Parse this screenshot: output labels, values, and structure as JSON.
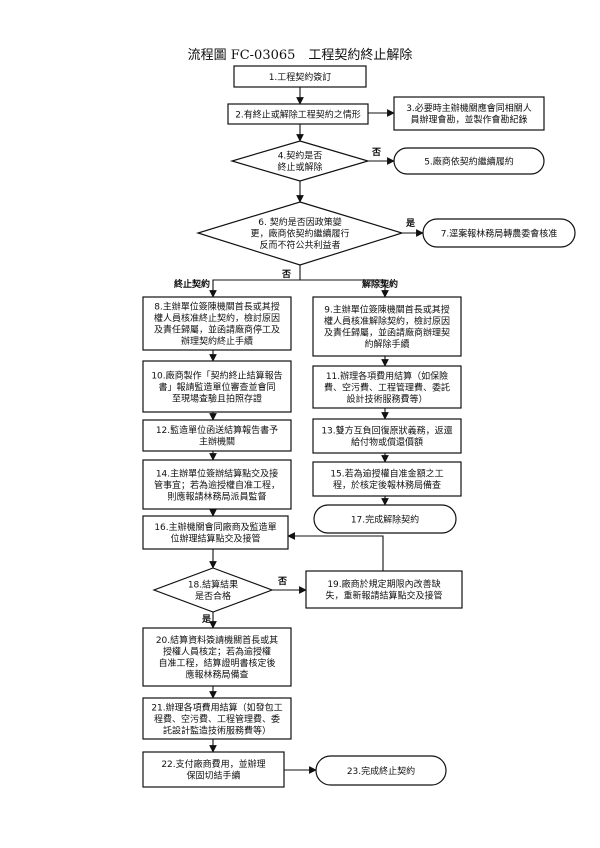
{
  "title": "流程圖 FC-03065　工程契約終止解除",
  "nodes": {
    "n1": [
      "1.工程契約簽訂"
    ],
    "n2": [
      "2.有終止或解除工程契約之情形"
    ],
    "n3": [
      "3.必要時主辦機關應會同相關人",
      "員辦理會勘，並製作會勘紀錄"
    ],
    "n4": [
      "4.契約是否",
      "終止或解除"
    ],
    "n5": [
      "5.廠商依契約繼續履約"
    ],
    "n6": [
      "6. 契約是否因政策變",
      "更，廠商依契約繼續履行",
      "反而不符公共利益者"
    ],
    "n7": [
      "7.逕案報林務局轉農委會核准"
    ],
    "n8": [
      "8.主辦單位簽陳機關首長或其授",
      "權人員核准終止契約，檢討原因",
      "及責任歸屬，並函請廠商停工及",
      "辦理契約終止手續"
    ],
    "n9": [
      "9.主辦單位簽陳機關首長或其授",
      "權人員核准解除契約，檢討原因",
      "及責任歸屬，並函請廠商辦理契",
      "約解除手續"
    ],
    "n10": [
      "10.廠商製作「契約終止結算報告",
      "書」報請監造單位審查並會同",
      "至現場查驗且拍照存證"
    ],
    "n11": [
      "11.辦理各項費用結算（如保險",
      "費、空污費、工程管理費、委託",
      "設計技術服務費等）"
    ],
    "n12": [
      "12.監造單位函送結算報告書予",
      "主辦機關"
    ],
    "n13": [
      "13.雙方互負回復原狀義務，返還",
      "給付物或償還價額"
    ],
    "n14": [
      "14.主辦單位簽辦結算點交及接",
      "管事宜；若為逾授權自准工程，",
      "則應報請林務局派員監督"
    ],
    "n15": [
      "15.若為逾授權自准金額之工",
      "程，於核定後報林務局備查"
    ],
    "n16": [
      "16.主辦機關會同廠商及監造單",
      "位辦理結算點交及接管"
    ],
    "n17": [
      "17.完成解除契約"
    ],
    "n18": [
      "18.結算結果",
      "是否合格"
    ],
    "n19": [
      "19.廠商於規定期限內改善缺",
      "失，重新報請結算點交及接管"
    ],
    "n20": [
      "20.結算資料簽請機關首長或其",
      "授權人員核定；若為逾授權",
      "自准工程，結算證明書核定後",
      "應報林務局備查"
    ],
    "n21": [
      "21.辦理各項費用結算（如發包工",
      "程費、空污費、工程管理費、委",
      "託設計監造技術服務費等）"
    ],
    "n22": [
      "22.支付廠商費用，並辦理",
      "保固切結手續"
    ],
    "n23": [
      "23.完成終止契約"
    ]
  },
  "labels": {
    "no1": "否",
    "yes1": "是",
    "no2": "否",
    "terminate": "終止契約",
    "rescind": "解除契約",
    "no3": "否",
    "yes3": "是"
  }
}
